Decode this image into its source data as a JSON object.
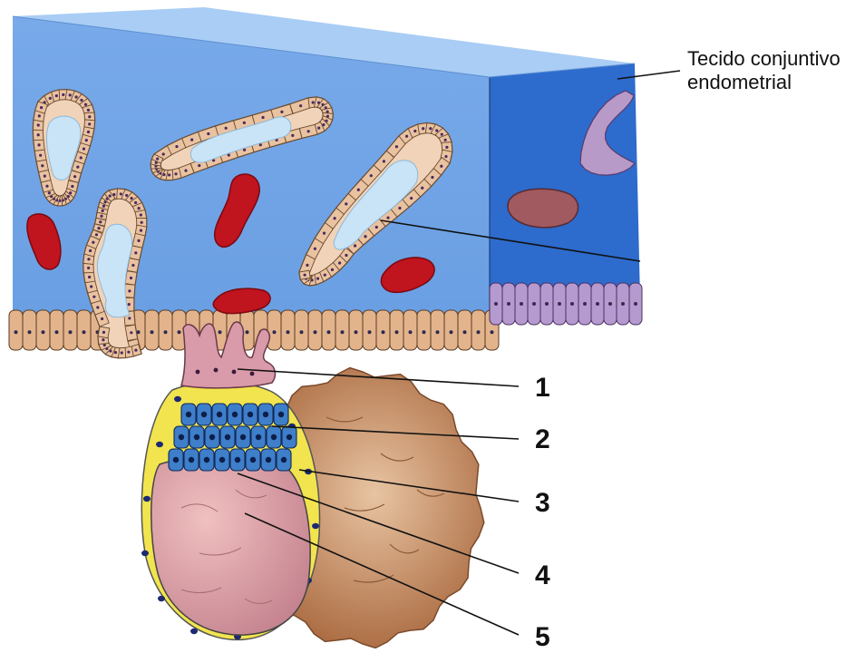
{
  "tissue_label": {
    "line1": "Tecido conjuntivo",
    "line2": "endometrial"
  },
  "numbers": [
    "1",
    "2",
    "3",
    "4",
    "5"
  ],
  "colors": {
    "stroma_front": "#6fa3e6",
    "stroma_top": "#a9cdf5",
    "stroma_side": "#2f6fcf",
    "epithelium": "#e9c2a0",
    "epithelium_side": "#b89ac9",
    "vessel": "#c0141f",
    "syncytiotrophoblast": "#d9a0ae",
    "cytotrophoblast": "#3f7ec9",
    "hypoblast": "#f0e050",
    "blastocyst_cavity": "#e3aeb0",
    "embryo_outer": "#c68a5e"
  }
}
